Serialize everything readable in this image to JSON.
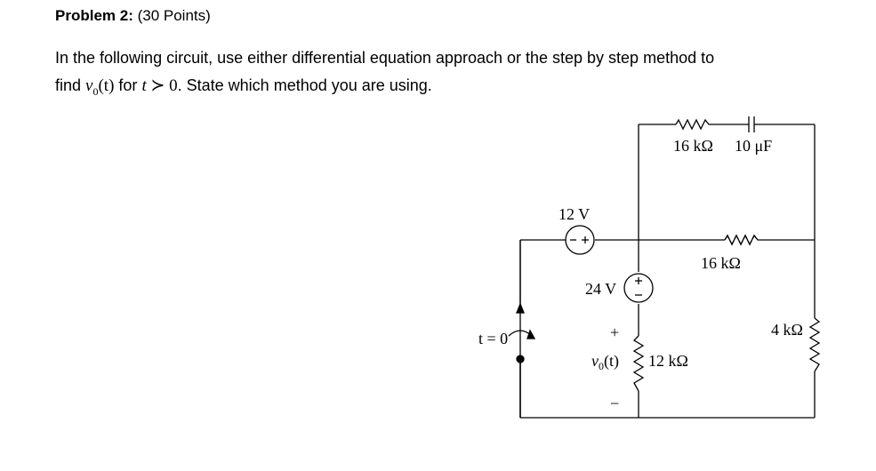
{
  "problem": {
    "label": "Problem 2:",
    "points": " (30 Points)",
    "line1": "In the following circuit, use either differential equation approach or the step by step method to",
    "line2_find": "find ",
    "vo": "v",
    "vo_sub": "0",
    "vo_arg": "(t)",
    "for": " for ",
    "t": "t",
    "succ": " ≻ 0",
    "line2_rest": ". State which method you are using."
  },
  "circuit": {
    "source_12v": "12 V",
    "source_24v": "24 V",
    "r_top": "16 kΩ",
    "cap": "10 μF",
    "r_mid": "16 kΩ",
    "r_right": "4 kΩ",
    "r_bottom": "12 kΩ",
    "switch_label": "t = 0",
    "vo_label": "v",
    "vo_label_sub": "0",
    "vo_label_arg": "(t)",
    "plus": "+",
    "minus": "−"
  }
}
